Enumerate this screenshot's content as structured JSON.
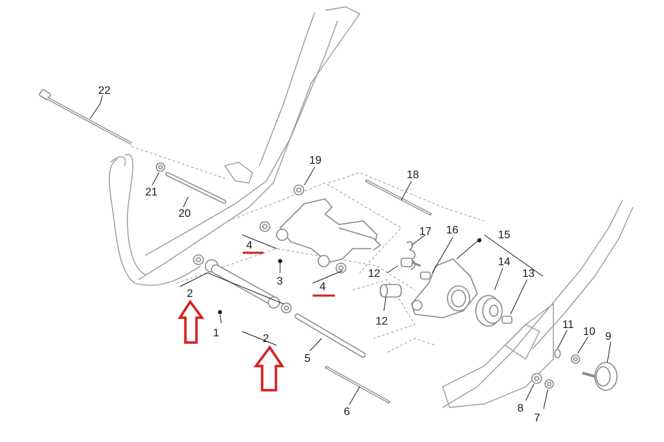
{
  "diagram": {
    "callouts": [
      {
        "id": "c1",
        "text": "1"
      },
      {
        "id": "c2a",
        "text": "2"
      },
      {
        "id": "c2b",
        "text": "2"
      },
      {
        "id": "c3",
        "text": "3"
      },
      {
        "id": "c4a",
        "text": "4"
      },
      {
        "id": "c4b",
        "text": "4"
      },
      {
        "id": "c5",
        "text": "5"
      },
      {
        "id": "c6",
        "text": "6"
      },
      {
        "id": "c7",
        "text": "7"
      },
      {
        "id": "c8",
        "text": "8"
      },
      {
        "id": "c9",
        "text": "9"
      },
      {
        "id": "c10",
        "text": "10"
      },
      {
        "id": "c11",
        "text": "11"
      },
      {
        "id": "c12a",
        "text": "12"
      },
      {
        "id": "c12b",
        "text": "12"
      },
      {
        "id": "c13",
        "text": "13"
      },
      {
        "id": "c14",
        "text": "14"
      },
      {
        "id": "c15",
        "text": "15"
      },
      {
        "id": "c16",
        "text": "16"
      },
      {
        "id": "c17",
        "text": "17"
      },
      {
        "id": "c18",
        "text": "18"
      },
      {
        "id": "c19",
        "text": "19"
      },
      {
        "id": "c20",
        "text": "20"
      },
      {
        "id": "c21",
        "text": "21"
      },
      {
        "id": "c22",
        "text": "22"
      }
    ]
  },
  "annotations": {
    "arrow_color": "#d61f1f",
    "underline_color": "#d61f1f",
    "arrows": [
      "arrow-to-part-2-left",
      "arrow-to-part-2-right"
    ],
    "underlines": [
      "underline-part-4-left",
      "underline-part-4-right"
    ]
  },
  "colors": {
    "line_art": "#8a8a8a",
    "label": "#1a1a1a",
    "background": "#ffffff"
  }
}
